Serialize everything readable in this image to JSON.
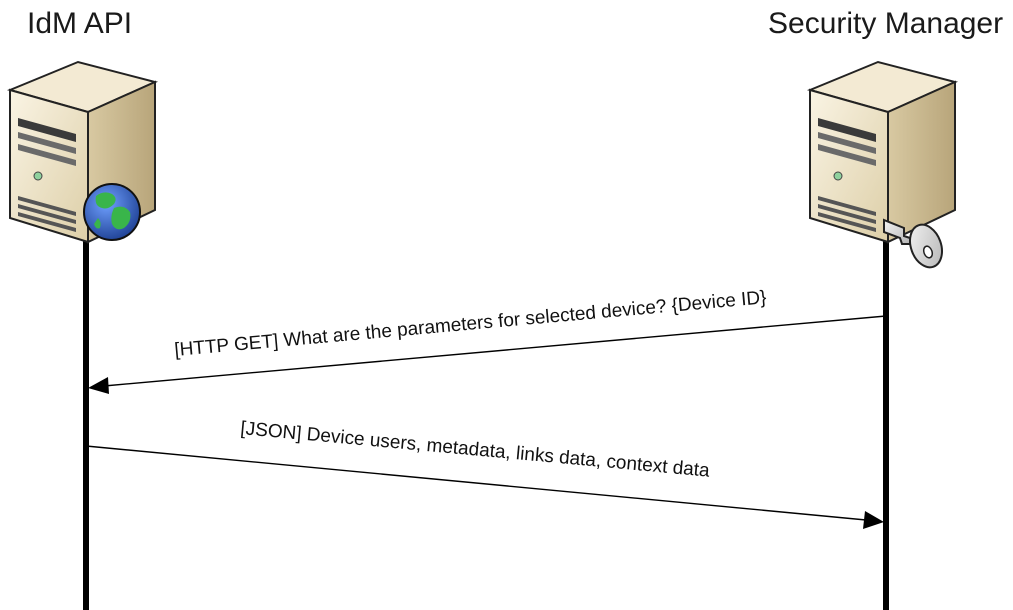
{
  "actors": {
    "left": {
      "name": "IdM API",
      "icon": "server-globe-icon"
    },
    "right": {
      "name": "Security Manager",
      "icon": "server-key-icon"
    }
  },
  "messages": [
    {
      "label": "[HTTP GET] What are the parameters for selected device? {Device ID}",
      "from": "Security Manager",
      "to": "IdM API"
    },
    {
      "label": "[JSON] Device users, metadata, links data, context data",
      "from": "IdM API",
      "to": "Security Manager"
    }
  ],
  "colors": {
    "lifeline": "#000000",
    "server_body": "#e8dcc0",
    "server_side": "#c9b892",
    "globe_ocean": "#2f5fb8",
    "globe_land": "#3aa83a"
  }
}
